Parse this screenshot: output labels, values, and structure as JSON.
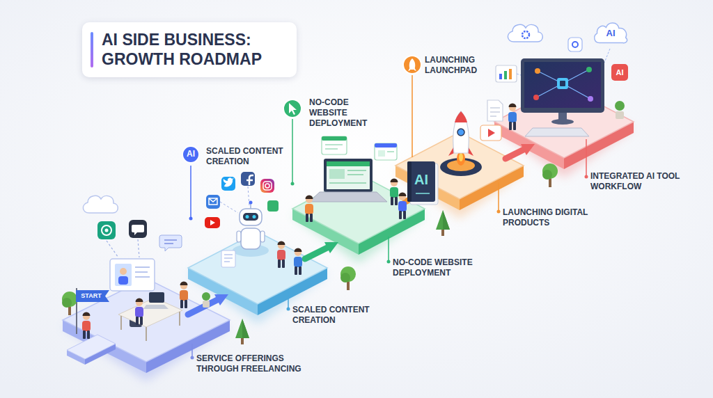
{
  "diagram": {
    "title": "AI SIDE BUSINESS: GROWTH ROADMAP",
    "nodes": [
      {
        "text": [
          "START"
        ]
      },
      {
        "text": [
          "AI"
        ]
      },
      {
        "text": [
          "AI"
        ]
      },
      {
        "text": [
          "AI"
        ]
      },
      {
        "text": [
          "AI"
        ]
      }
    ],
    "labels": [
      "SCALED CONTENT CREATION",
      "NO-CODE WEBSITE DEPLOYMENT",
      "LAUNCHING LAUNCHPAD",
      "INTEGRATED AI TOOL WORKFLOW",
      "LAUNCHING DIGITAL PRODUCTS",
      "NO-CODE WEBSITE DEPLOYMENT",
      "SCALED CONTENT CREATION",
      "SERVICE OFFERINGS THROUGH FREELANCING"
    ]
  }
}
